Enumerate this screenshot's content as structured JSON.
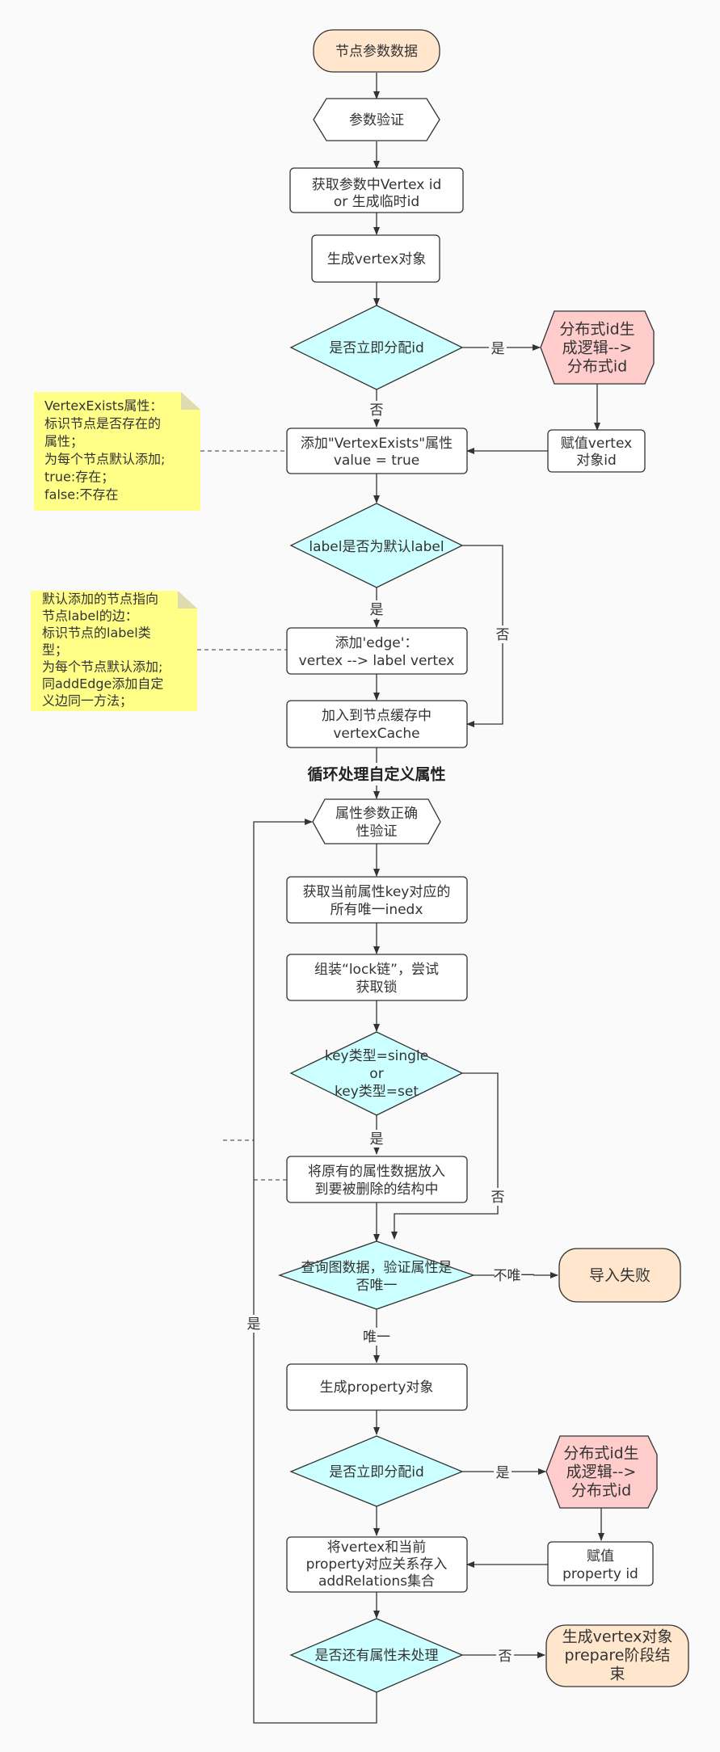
{
  "colors": {
    "background": "#fafafa",
    "stroke": "#333333",
    "terminal_fill": "#ffe6cc",
    "decision_fill": "#ccffff",
    "pink_fill": "#ffcccc",
    "note_fill": "#ffff88",
    "process_fill": "#ffffff"
  },
  "nodes": {
    "start": "节点参数数据",
    "param_validate": "参数验证",
    "get_id": [
      "获取参数中Vertex id",
      "or 生成临时id"
    ],
    "gen_vertex": "生成vertex对象",
    "alloc_id_1": "是否立即分配id",
    "dist_id_1": [
      "分布式id生",
      "成逻辑-->",
      "分布式id"
    ],
    "assign_vertex_id": [
      "赋值vertex",
      "对象id"
    ],
    "add_vertex_exists": [
      "添加\"VertexExists\"属性",
      "value = true"
    ],
    "label_default": "label是否为默认label",
    "add_edge": [
      "添加'edge'：",
      "vertex --> label vertex"
    ],
    "add_cache": [
      "加入到节点缓存中",
      "vertexCache"
    ],
    "loop_title": "循环处理自定义属性",
    "attr_validate": [
      "属性参数正确",
      "性验证"
    ],
    "get_index": [
      "获取当前属性key对应的",
      "所有唯一inedx"
    ],
    "lock_chain": [
      "组装“lock链”，尝试",
      "获取锁"
    ],
    "key_type": [
      "key类型=single",
      "or",
      "key类型=set"
    ],
    "put_delete": [
      "将原有的属性数据放入",
      "到要被删除的结构中"
    ],
    "query_unique": [
      "查询图数据，验证属性是",
      "否唯一"
    ],
    "import_fail": "导入失败",
    "gen_property": "生成property对象",
    "alloc_id_2": "是否立即分配id",
    "dist_id_2": [
      "分布式id生",
      "成逻辑-->",
      "分布式id"
    ],
    "assign_property_id": [
      "赋值",
      "property id"
    ],
    "add_relations": [
      "将vertex和当前",
      "property对应关系存入",
      "addRelations集合"
    ],
    "more_attrs": "是否还有属性未处理",
    "end": [
      "生成vertex对象",
      "prepare阶段结",
      "束"
    ]
  },
  "notes": {
    "note1": [
      "VertexExists属性：",
      "标识节点是否存在的",
      "属性；",
      "为每个节点默认添加;",
      "true:存在；",
      "false:不存在"
    ],
    "note2": [
      "默认添加的节点指向",
      "节点label的边：",
      "标识节点的label类",
      "型；",
      "为每个节点默认添加;",
      "同addEdge添加自定",
      "义边同一方法；"
    ]
  },
  "edge_labels": {
    "yes_1": "是",
    "no_1": "否",
    "yes_2": "是",
    "no_2": "否",
    "yes_3": "是",
    "no_3": "否",
    "not_unique": "不唯一",
    "unique": "唯一",
    "yes_4": "是",
    "no_4": "否",
    "loop_yes": "是"
  }
}
